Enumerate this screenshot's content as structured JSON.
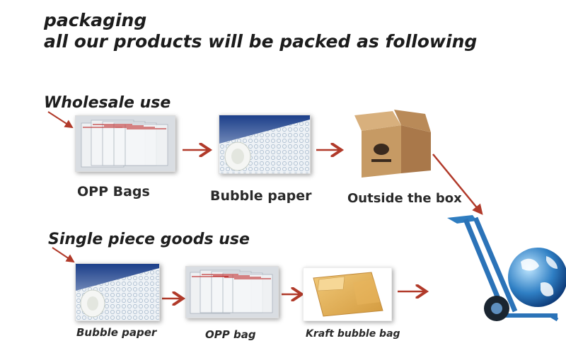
{
  "title": {
    "line1": "packaging",
    "line2": "all our products will be  packed as following"
  },
  "wholesale": {
    "heading": "Wholesale use",
    "steps": [
      {
        "label": "OPP Bags"
      },
      {
        "label": "Bubble paper"
      },
      {
        "label": "Outside the box"
      }
    ]
  },
  "single": {
    "heading": "Single piece goods use",
    "steps": [
      {
        "label": "Bubble paper"
      },
      {
        "label": "OPP bag"
      },
      {
        "label": "Kraft bubble bag"
      }
    ]
  },
  "colors": {
    "arrow": "#b13a2a",
    "text": "#1c1c1c"
  }
}
